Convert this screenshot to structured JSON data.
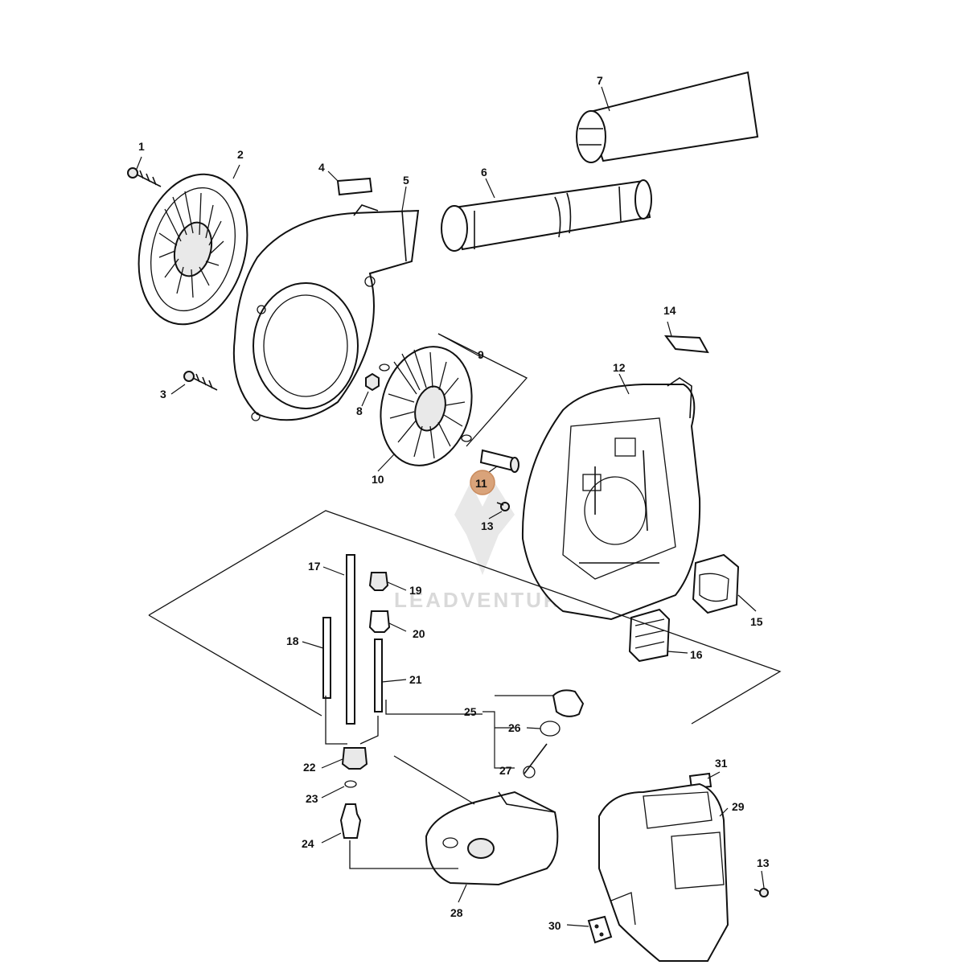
{
  "diagram": {
    "watermark_text": "LEADVENTURE",
    "highlight_color": "#d9a37a",
    "line_color": "#111111",
    "highlighted_callout": "11",
    "callouts": {
      "c1": "1",
      "c2": "2",
      "c3": "3",
      "c4": "4",
      "c5": "5",
      "c6": "6",
      "c7": "7",
      "c8": "8",
      "c9": "9",
      "c10": "10",
      "c11": "11",
      "c12": "12",
      "c13a": "13",
      "c13b": "13",
      "c14": "14",
      "c15": "15",
      "c16": "16",
      "c17": "17",
      "c18": "18",
      "c19": "19",
      "c20": "20",
      "c21": "21",
      "c22": "22",
      "c23": "23",
      "c24": "24",
      "c25": "25",
      "c26": "26",
      "c27": "27",
      "c28": "28",
      "c29": "29",
      "c30": "30",
      "c31": "31"
    }
  }
}
